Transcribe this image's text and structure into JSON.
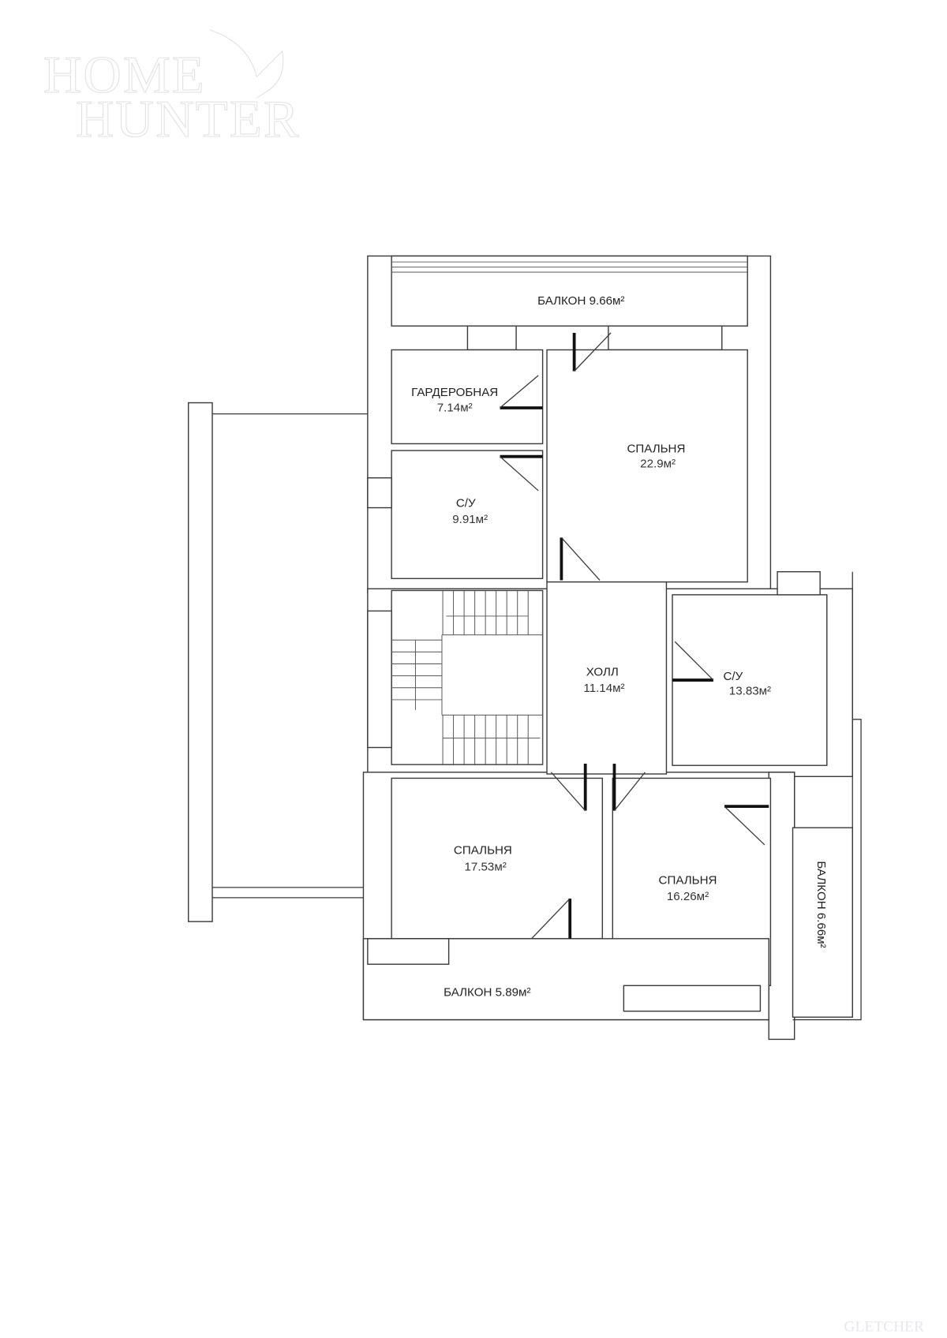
{
  "logo": {
    "line1": "HOME",
    "line2": "HUNTER"
  },
  "watermark": "GLETCHER",
  "area_unit": "м²",
  "rooms": [
    {
      "name": "БАЛКОН",
      "area": "9.66м²"
    },
    {
      "name": "ГАРДЕРОБНАЯ",
      "area": "7.14м²"
    },
    {
      "name": "СПАЛЬНЯ",
      "area": "22.9м²"
    },
    {
      "name": "С/У",
      "area": "9.91м²"
    },
    {
      "name": "ХОЛЛ",
      "area": "11.14м²"
    },
    {
      "name": "С/У",
      "area": "13.83м²"
    },
    {
      "name": "СПАЛЬНЯ",
      "area": "17.53м²"
    },
    {
      "name": "СПАЛЬНЯ",
      "area": "16.26м²"
    },
    {
      "name": "БАЛКОН",
      "area": "5.89м²"
    },
    {
      "name": "БАЛКОН",
      "area": "6.66м²"
    }
  ]
}
